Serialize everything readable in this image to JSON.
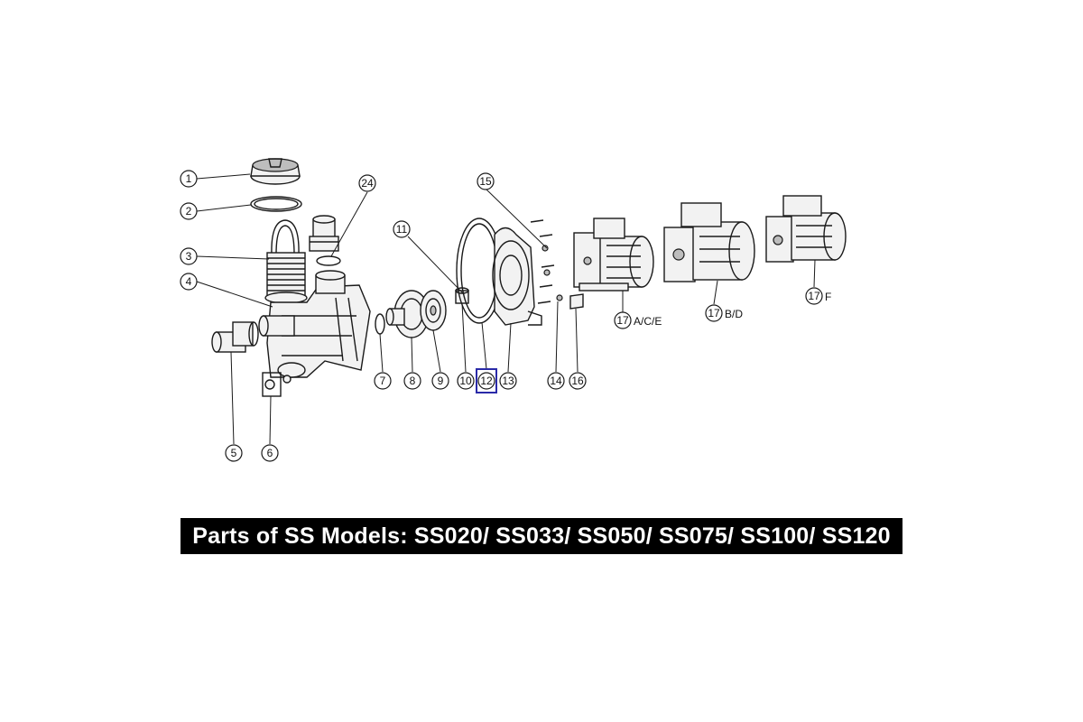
{
  "caption": "Parts of SS Models: SS020/ SS033/ SS050/ SS075/ SS100/ SS120",
  "highlighted_part": "12",
  "callouts": [
    {
      "id": "c1",
      "number": "1",
      "suffix": ""
    },
    {
      "id": "c2",
      "number": "2",
      "suffix": ""
    },
    {
      "id": "c3",
      "number": "3",
      "suffix": ""
    },
    {
      "id": "c4",
      "number": "4",
      "suffix": ""
    },
    {
      "id": "c5",
      "number": "5",
      "suffix": ""
    },
    {
      "id": "c6",
      "number": "6",
      "suffix": ""
    },
    {
      "id": "c7",
      "number": "7",
      "suffix": ""
    },
    {
      "id": "c8",
      "number": "8",
      "suffix": ""
    },
    {
      "id": "c9",
      "number": "9",
      "suffix": ""
    },
    {
      "id": "c10",
      "number": "10",
      "suffix": ""
    },
    {
      "id": "c11",
      "number": "11",
      "suffix": ""
    },
    {
      "id": "c12",
      "number": "12",
      "suffix": ""
    },
    {
      "id": "c13",
      "number": "13",
      "suffix": ""
    },
    {
      "id": "c14",
      "number": "14",
      "suffix": ""
    },
    {
      "id": "c15",
      "number": "15",
      "suffix": ""
    },
    {
      "id": "c16",
      "number": "16",
      "suffix": ""
    },
    {
      "id": "c17a",
      "number": "17",
      "suffix": "A/C/E"
    },
    {
      "id": "c17b",
      "number": "17",
      "suffix": "B/D"
    },
    {
      "id": "c17c",
      "number": "17",
      "suffix": "F"
    },
    {
      "id": "c24",
      "number": "24",
      "suffix": ""
    }
  ]
}
